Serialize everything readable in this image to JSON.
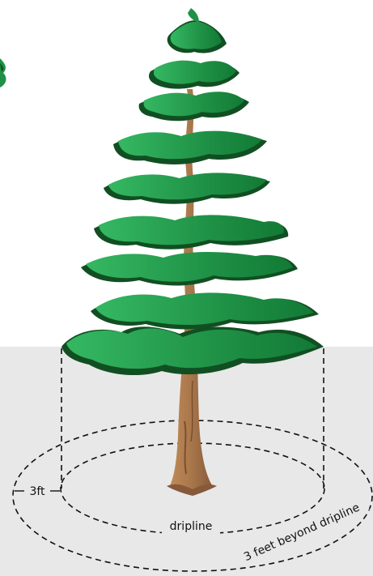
{
  "labels": {
    "three_ft": "3ft",
    "dripline": "dripline",
    "beyond": "3 feet beyond dripline"
  },
  "colors": {
    "ground": "#e8e8e8",
    "sky": "#ffffff",
    "foliage_light": "#2fb05a",
    "foliage_mid": "#1c8a40",
    "foliage_dark": "#114f22",
    "trunk": "#b07a4a",
    "trunk_dark": "#7a5030",
    "dash": "#111111"
  }
}
